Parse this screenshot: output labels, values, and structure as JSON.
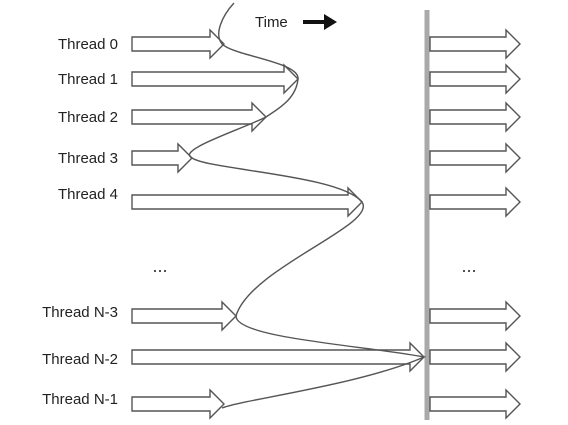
{
  "time_label": "Time",
  "ellipsis_left": "...",
  "ellipsis_right": "...",
  "threads": [
    {
      "label": "Thread 0"
    },
    {
      "label": "Thread 1"
    },
    {
      "label": "Thread 2"
    },
    {
      "label": "Thread 3"
    },
    {
      "label": "Thread 4"
    },
    {
      "label": "Thread N-3"
    },
    {
      "label": "Thread N-2"
    },
    {
      "label": "Thread N-1"
    }
  ],
  "colors": {
    "outline": "#555555",
    "barrier": "#a9a9a9",
    "text": "#222222"
  }
}
